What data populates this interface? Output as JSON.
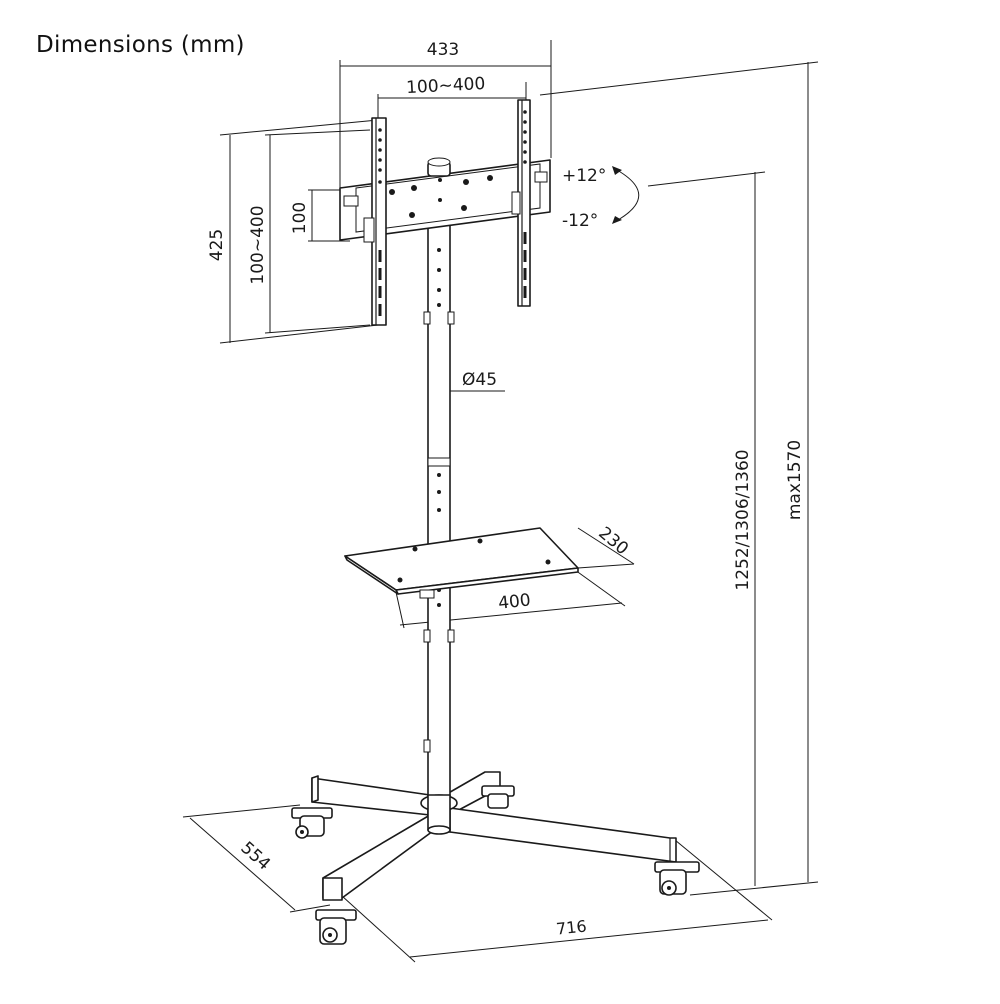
{
  "title": "Dimensions (mm)",
  "dimensions": {
    "overall_bracket_width": "433",
    "vesa_horizontal": "100~400",
    "bracket_height": "425",
    "vesa_vertical": "100~400",
    "plate_height": "100",
    "tilt_up": "+12°",
    "tilt_down": "-12°",
    "pole_diameter": "Ø45",
    "shelf_depth": "230",
    "shelf_width": "400",
    "base_depth": "554",
    "base_width": "716",
    "vesa_center_heights": "1252/1306/1360",
    "max_height": "max1570"
  }
}
